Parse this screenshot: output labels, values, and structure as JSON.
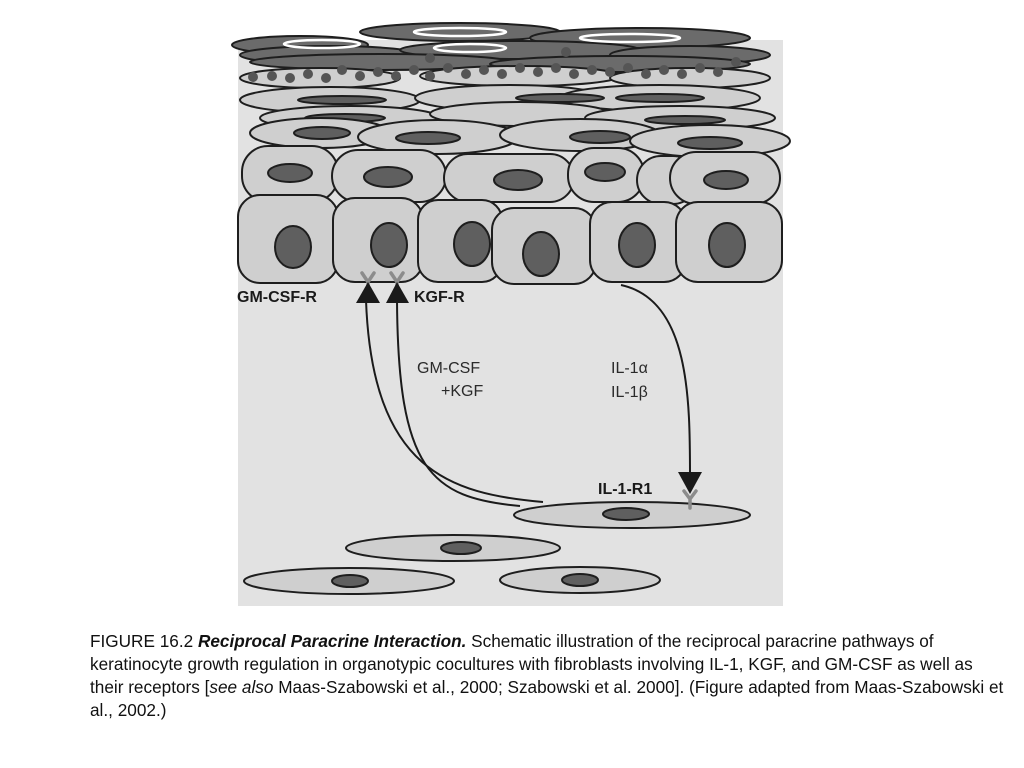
{
  "diagram": {
    "labels": {
      "gm_csf_r": "GM-CSF-R",
      "kgf_r": "KGF-R",
      "ligand_line1": "GM-CSF",
      "ligand_line2": "+KGF",
      "il1a": "IL-1α",
      "il1b": "IL-1β",
      "il1r1": "IL-1-R1"
    },
    "colors": {
      "panel_bg": "#e2e2e2",
      "cell_fill": "#cfcfcf",
      "cell_stroke": "#1e1e1e",
      "nucleus_fill": "#5f5f5f",
      "dark_cell_fill": "#6b6b6b",
      "granule_fill": "#555555",
      "receptor_gray": "#8c8c8c",
      "arrow": "#1a1a1a"
    }
  },
  "caption": {
    "figure_number": "FIGURE 16.2",
    "title": "Reciprocal Paracrine Interaction.",
    "text_1": "Schematic illustration of the reciprocal paracrine pathways of keratinocyte growth regulation in organotypic cocultures with fibroblasts involving IL-1, KGF, and GM-CSF as well as their receptors [",
    "see_also": "see also",
    "text_2": "Maas-Szabowski et al., 2000; Szabowski et al. 2000]. (Figure adapted from Maas-Szabowski et al., 2002.)"
  }
}
